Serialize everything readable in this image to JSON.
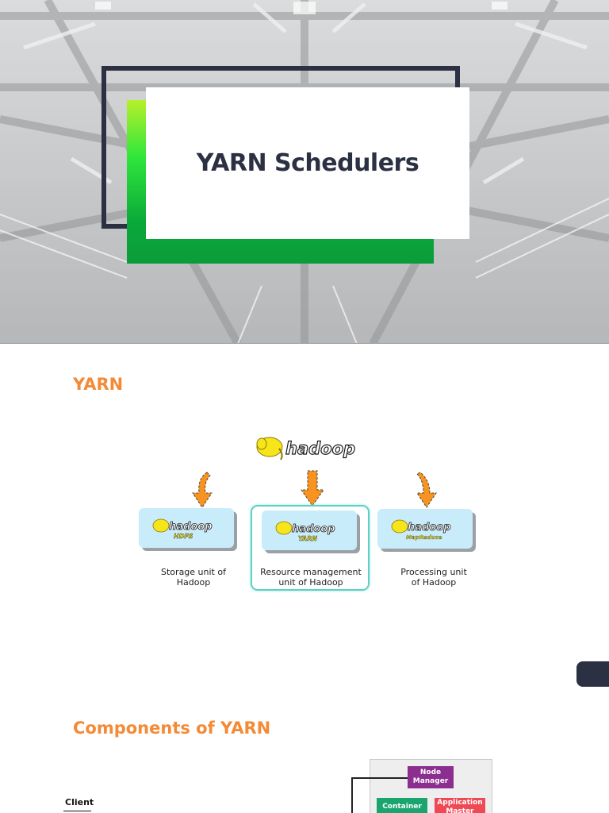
{
  "slide1": {
    "title": "YARN Schedulers"
  },
  "slide2": {
    "title": "YARN",
    "logo": "hadoop",
    "units": [
      {
        "logo": "hadoop",
        "sub": "HDFS",
        "caption_line1": "Storage unit of",
        "caption_line2": "Hadoop"
      },
      {
        "logo": "hadoop",
        "sub": "YARN",
        "caption_line1": "Resource management",
        "caption_line2": "unit of Hadoop"
      },
      {
        "logo": "hadoop",
        "sub": "MapReduce",
        "caption_line1": "Processing unit",
        "caption_line2": "of Hadoop"
      }
    ]
  },
  "slide3": {
    "title": "Components of YARN",
    "client": "Client",
    "node_manager": "Node Manager",
    "container": "Container",
    "application_master": "Application Master"
  },
  "colors": {
    "accent_orange": "#f48a35",
    "navy": "#2b3042",
    "green": "#0aa83a",
    "light_blue": "#c9ecfb",
    "teal_highlight": "#5fd0c4"
  },
  "icons": [
    "hadoop-elephant-icon",
    "down-arrow-icon"
  ]
}
